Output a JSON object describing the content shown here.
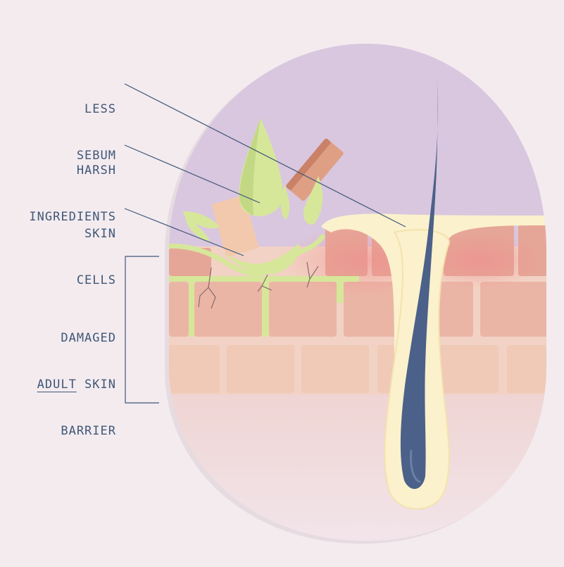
{
  "labels": {
    "less_sebum": [
      "LESS",
      "SEBUM"
    ],
    "harsh_ingredients": [
      "HARSH",
      "INGREDIENTS"
    ],
    "skin_cells": [
      "SKIN",
      "CELLS"
    ],
    "damaged_barrier": {
      "line1": "DAMAGED",
      "line2_underlined": "ADULT",
      "line2_rest": " SKIN",
      "line3": "BARRIER"
    }
  },
  "colors": {
    "background": "#f4ebef",
    "sky": "#d9c7df",
    "skin": "#f2d2c4",
    "brick": "#e2a99a",
    "sebum": "#fbf1cc",
    "hair": "#4b6189",
    "green": "#d6e79a",
    "line": "#3f5878"
  }
}
